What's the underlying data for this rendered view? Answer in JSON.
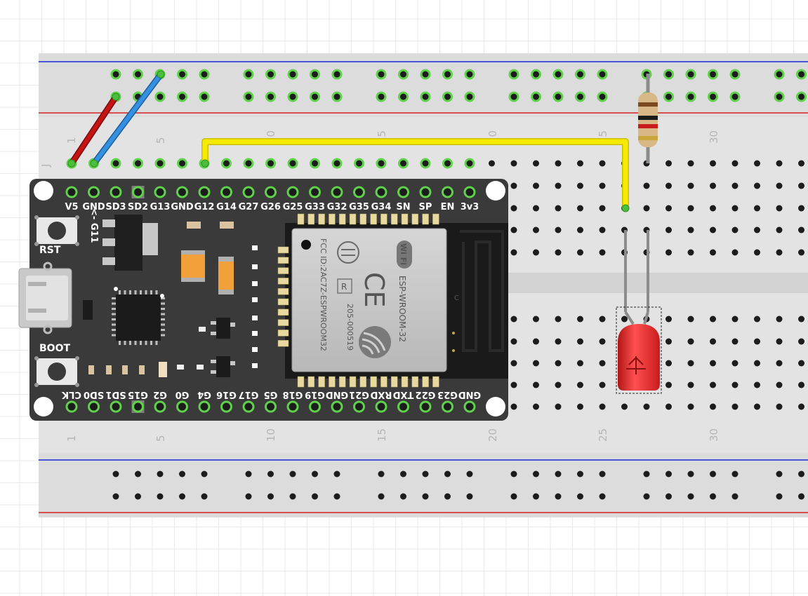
{
  "breadboard": {
    "column_numbers_top": [
      "1",
      "5",
      "10",
      "15",
      "20",
      "25",
      "30"
    ],
    "column_numbers_bottom": [
      "1",
      "5",
      "10",
      "15",
      "20",
      "25",
      "30"
    ],
    "row_letter": "J"
  },
  "esp32_board": {
    "top_pins": [
      "V5",
      "GND",
      "SD3",
      "SD2",
      "G13",
      "GND",
      "G12",
      "G14",
      "G27",
      "G26",
      "G25",
      "G33",
      "G32",
      "G35",
      "G34",
      "SN",
      "SP",
      "EN",
      "3v3"
    ],
    "bottom_pins": [
      "CLK",
      "SD0",
      "SD1",
      "G15",
      "G2",
      "G0",
      "G4",
      "G16",
      "G17",
      "G5",
      "G18",
      "G19",
      "GND",
      "G21",
      "RXD",
      "TXD",
      "G22",
      "G23",
      "GND"
    ],
    "arrow_label": "<- G11",
    "rst_label": "RST",
    "boot_label": "BOOT"
  },
  "module": {
    "wifi_logo": "Wi Fi",
    "model": "ESP-WROOM-32",
    "fcc": "FCC ID:2AC7Z-ESPWROOM32",
    "cert": "205-000519",
    "ce": "CE",
    "r_mark": "R",
    "antenna_mark": "C"
  },
  "colors": {
    "red_wire": "#b81010",
    "blue_wire": "#2f86d6",
    "yellow_wire": "#f2e600",
    "led": "#e02424",
    "board": "#3a3a3a"
  }
}
